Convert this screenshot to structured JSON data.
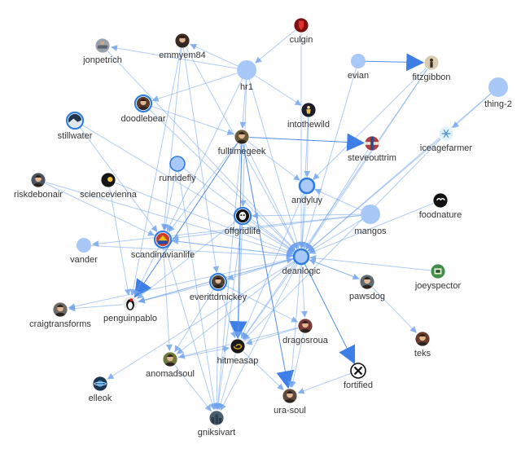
{
  "colors": {
    "edge": "#6fa3ec",
    "edge_strong": "#3d7fe6",
    "bubble_fill": "#a8c8f8",
    "bubble_stroke": "#7fb0f5",
    "ring": "#2f7de1",
    "label": "#333333"
  },
  "nodes": [
    {
      "id": "culgin",
      "label": "culgin",
      "kind": "avatar",
      "icon": "red-shield-avatar-icon",
      "fill": "#7a1010"
    },
    {
      "id": "jonpetrich",
      "label": "jonpetrich",
      "kind": "avatar",
      "icon": "car-photo-avatar-icon",
      "fill": "#9aa3ad"
    },
    {
      "id": "emmyem84",
      "label": "emmyem84",
      "kind": "avatar",
      "icon": "portrait-avatar-icon",
      "fill": "#3b2a22"
    },
    {
      "id": "hr1",
      "label": "hr1",
      "kind": "bubble-large"
    },
    {
      "id": "evian",
      "label": "evian",
      "kind": "bubble-medium"
    },
    {
      "id": "fitzgibbon",
      "label": "fitzgibbon",
      "kind": "avatar",
      "icon": "figure-avatar-icon",
      "fill": "#d9cbb2"
    },
    {
      "id": "thing-2",
      "label": "thing-2",
      "kind": "bubble-large"
    },
    {
      "id": "doodlebear",
      "label": "doodlebear",
      "kind": "avatar-ring",
      "icon": "portrait-avatar-icon",
      "fill": "#5a3b2a"
    },
    {
      "id": "intothewild",
      "label": "intothewild",
      "kind": "avatar",
      "icon": "lamp-avatar-icon",
      "fill": "#1c1c2c"
    },
    {
      "id": "stillwater",
      "label": "stillwater",
      "kind": "avatar-ring",
      "icon": "landscape-avatar-icon",
      "fill": "#1f3550"
    },
    {
      "id": "fulltimegeek",
      "label": "fulltimegeek",
      "kind": "avatar",
      "icon": "portrait-avatar-icon",
      "fill": "#6b5a3a"
    },
    {
      "id": "steveouttrim",
      "label": "steveouttrim",
      "kind": "avatar",
      "icon": "pattern-avatar-icon",
      "fill": "#b04040"
    },
    {
      "id": "iceagefarmer",
      "label": "iceagefarmer",
      "kind": "avatar",
      "icon": "snowflake-avatar-icon",
      "fill": "#dff0f8"
    },
    {
      "id": "riskdebonair",
      "label": "riskdebonair",
      "kind": "avatar",
      "icon": "portrait-avatar-icon",
      "fill": "#4a5563"
    },
    {
      "id": "sciencevienna",
      "label": "sciencevienna",
      "kind": "avatar",
      "icon": "star-avatar-icon",
      "fill": "#151515"
    },
    {
      "id": "runridefly",
      "label": "runridefly",
      "kind": "bubble-ring"
    },
    {
      "id": "andyluy",
      "label": "andyluy",
      "kind": "bubble-ring-strong"
    },
    {
      "id": "mangos",
      "label": "mangos",
      "kind": "bubble-large"
    },
    {
      "id": "foodnature",
      "label": "foodnature",
      "kind": "avatar",
      "icon": "sn-logo-avatar-icon",
      "fill": "#111111"
    },
    {
      "id": "offgridlife",
      "label": "offgridlife",
      "kind": "avatar-ring",
      "icon": "mask-avatar-icon",
      "fill": "#101010"
    },
    {
      "id": "vander",
      "label": "vander",
      "kind": "bubble-medium"
    },
    {
      "id": "scandinavianlife",
      "label": "scandinavianlife",
      "kind": "avatar-ring",
      "icon": "viking-avatar-icon",
      "fill": "#c94030"
    },
    {
      "id": "deanlogic",
      "label": "deanlogic",
      "kind": "bubble-ring-strong"
    },
    {
      "id": "joeyspector",
      "label": "joeyspector",
      "kind": "avatar",
      "icon": "game-avatar-icon",
      "fill": "#3f8f4a"
    },
    {
      "id": "everittdmickey",
      "label": "everittdmickey",
      "kind": "avatar-ring",
      "icon": "portrait-avatar-icon",
      "fill": "#4d4036"
    },
    {
      "id": "pawsdog",
      "label": "pawsdog",
      "kind": "avatar",
      "icon": "portrait-avatar-icon",
      "fill": "#5f6a70"
    },
    {
      "id": "craigtransforms",
      "label": "craigtransforms",
      "kind": "avatar",
      "icon": "portrait-avatar-icon",
      "fill": "#6c6a66"
    },
    {
      "id": "penguinpablo",
      "label": "penguinpablo",
      "kind": "avatar",
      "icon": "penguin-avatar-icon",
      "fill": "#e8e8e8"
    },
    {
      "id": "dragosroua",
      "label": "dragosroua",
      "kind": "avatar",
      "icon": "portrait-avatar-icon",
      "fill": "#7a3a3a"
    },
    {
      "id": "teks",
      "label": "teks",
      "kind": "avatar",
      "icon": "portrait-avatar-icon",
      "fill": "#6a3a2a"
    },
    {
      "id": "anomadsoul",
      "label": "anomadsoul",
      "kind": "avatar",
      "icon": "portrait-avatar-icon",
      "fill": "#6b7a3a"
    },
    {
      "id": "hitmeasap",
      "label": "hitmeasap",
      "kind": "avatar",
      "icon": "swirl-avatar-icon",
      "fill": "#1a1a1a"
    },
    {
      "id": "fortified",
      "label": "fortified",
      "kind": "avatar",
      "icon": "x-circle-avatar-icon",
      "fill": "#ffffff"
    },
    {
      "id": "elleok",
      "label": "elleok",
      "kind": "avatar",
      "icon": "planet-avatar-icon",
      "fill": "#1c3550"
    },
    {
      "id": "ura-soul",
      "label": "ura-soul",
      "kind": "avatar",
      "icon": "portrait-avatar-icon",
      "fill": "#5c4a3e"
    },
    {
      "id": "gniksivart",
      "label": "gniksivart",
      "kind": "avatar",
      "icon": "city-avatar-icon",
      "fill": "#4a5e72"
    }
  ],
  "edges": [
    [
      "hr1",
      "jonpetrich"
    ],
    [
      "hr1",
      "emmyem84"
    ],
    [
      "hr1",
      "doodlebear"
    ],
    [
      "hr1",
      "intothewild"
    ],
    [
      "hr1",
      "fulltimegeek"
    ],
    [
      "hr1",
      "deanlogic"
    ],
    [
      "hr1",
      "offgridlife"
    ],
    [
      "hr1",
      "scandinavianlife"
    ],
    [
      "emmyem84",
      "deanlogic"
    ],
    [
      "emmyem84",
      "everittdmickey"
    ],
    [
      "emmyem84",
      "penguinpablo"
    ],
    [
      "emmyem84",
      "scandinavianlife"
    ],
    [
      "jonpetrich",
      "deanlogic"
    ],
    [
      "culgin",
      "deanlogic"
    ],
    [
      "culgin",
      "hr1"
    ],
    [
      "evian",
      "fitzgibbon",
      1
    ],
    [
      "evian",
      "deanlogic"
    ],
    [
      "fitzgibbon",
      "deanlogic"
    ],
    [
      "fitzgibbon",
      "andyluy"
    ],
    [
      "fitzgibbon",
      "hitmeasap"
    ],
    [
      "thing-2",
      "deanlogic"
    ],
    [
      "thing-2",
      "iceagefarmer"
    ],
    [
      "doodlebear",
      "deanlogic"
    ],
    [
      "doodlebear",
      "fulltimegeek"
    ],
    [
      "intothewild",
      "deanlogic"
    ],
    [
      "intothewild",
      "andyluy"
    ],
    [
      "stillwater",
      "scandinavianlife"
    ],
    [
      "stillwater",
      "deanlogic"
    ],
    [
      "fulltimegeek",
      "steveouttrim",
      1
    ],
    [
      "fulltimegeek",
      "hitmeasap",
      1
    ],
    [
      "fulltimegeek",
      "ura-soul",
      1
    ],
    [
      "fulltimegeek",
      "deanlogic"
    ],
    [
      "fulltimegeek",
      "penguinpablo",
      1
    ],
    [
      "fulltimegeek",
      "scandinavianlife"
    ],
    [
      "fulltimegeek",
      "gniksivart"
    ],
    [
      "fulltimegeek",
      "andyluy"
    ],
    [
      "steveouttrim",
      "deanlogic"
    ],
    [
      "iceagefarmer",
      "deanlogic"
    ],
    [
      "iceagefarmer",
      "hitmeasap"
    ],
    [
      "riskdebonair",
      "deanlogic"
    ],
    [
      "riskdebonair",
      "scandinavianlife"
    ],
    [
      "sciencevienna",
      "deanlogic"
    ],
    [
      "sciencevienna",
      "penguinpablo"
    ],
    [
      "runridefly",
      "deanlogic"
    ],
    [
      "runridefly",
      "gniksivart"
    ],
    [
      "runridefly",
      "scandinavianlife"
    ],
    [
      "andyluy",
      "deanlogic"
    ],
    [
      "andyluy",
      "hitmeasap"
    ],
    [
      "mangos",
      "deanlogic"
    ],
    [
      "mangos",
      "andyluy"
    ],
    [
      "mangos",
      "offgridlife"
    ],
    [
      "mangos",
      "scandinavianlife"
    ],
    [
      "mangos",
      "vander"
    ],
    [
      "foodnature",
      "deanlogic"
    ],
    [
      "offgridlife",
      "deanlogic"
    ],
    [
      "offgridlife",
      "hitmeasap"
    ],
    [
      "offgridlife",
      "penguinpablo"
    ],
    [
      "offgridlife",
      "gniksivart"
    ],
    [
      "vander",
      "deanlogic"
    ],
    [
      "scandinavianlife",
      "deanlogic"
    ],
    [
      "scandinavianlife",
      "penguinpablo"
    ],
    [
      "scandinavianlife",
      "anomadsoul"
    ],
    [
      "scandinavianlife",
      "gniksivart"
    ],
    [
      "deanlogic",
      "fortified",
      1
    ],
    [
      "deanlogic",
      "dragosroua"
    ],
    [
      "deanlogic",
      "hitmeasap"
    ],
    [
      "deanlogic",
      "ura-soul"
    ],
    [
      "deanlogic",
      "everittdmickey"
    ],
    [
      "deanlogic",
      "anomadsoul"
    ],
    [
      "deanlogic",
      "gniksivart"
    ],
    [
      "deanlogic",
      "penguinpablo"
    ],
    [
      "deanlogic",
      "craigtransforms"
    ],
    [
      "deanlogic",
      "elleok"
    ],
    [
      "deanlogic",
      "scandinavianlife"
    ],
    [
      "deanlogic",
      "pawsdog"
    ],
    [
      "joeyspector",
      "deanlogic"
    ],
    [
      "pawsdog",
      "teks"
    ],
    [
      "pawsdog",
      "deanlogic"
    ],
    [
      "everittdmickey",
      "dragosroua"
    ],
    [
      "everittdmickey",
      "hitmeasap"
    ],
    [
      "everittdmickey",
      "anomadsoul"
    ],
    [
      "everittdmickey",
      "penguinpablo"
    ],
    [
      "everittdmickey",
      "gniksivart"
    ],
    [
      "dragosroua",
      "ura-soul"
    ],
    [
      "dragosroua",
      "hitmeasap"
    ],
    [
      "dragosroua",
      "anomadsoul"
    ],
    [
      "anomadsoul",
      "gniksivart"
    ],
    [
      "anomadsoul",
      "hitmeasap"
    ],
    [
      "hitmeasap",
      "gniksivart"
    ],
    [
      "hitmeasap",
      "ura-soul"
    ],
    [
      "fortified",
      "ura-soul"
    ],
    [
      "penguinpablo",
      "craigtransforms"
    ],
    [
      "penguinpablo",
      "deanlogic"
    ]
  ]
}
